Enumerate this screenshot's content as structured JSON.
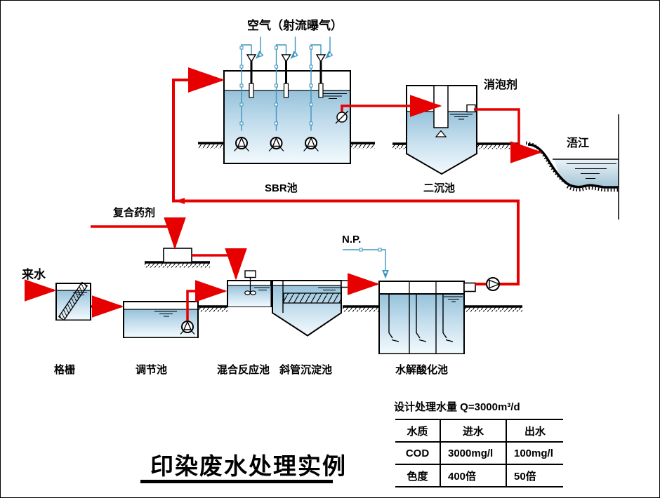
{
  "diagram_title": "印染废水处理实例",
  "labels": {
    "air": "空气（射流曝气）",
    "defoamer": "消泡剂",
    "river": "浯江",
    "sbr": "SBR池",
    "secondary": "二沉池",
    "agent": "复合药剂",
    "influent": "来水",
    "np": "N.P.",
    "grid": "格栅",
    "regulating": "调节池",
    "mixing": "混合反应池",
    "inclined": "斜管沉淀池",
    "hydrolysis": "水解酸化池"
  },
  "table": {
    "caption": "设计处理水量 Q=3000m³/d",
    "headers": [
      "水质",
      "进水",
      "出水"
    ],
    "rows": [
      [
        "COD",
        "3000mg/l",
        "100mg/l"
      ],
      [
        "色度",
        "400倍",
        "50倍"
      ]
    ]
  },
  "colors": {
    "pipe_red": "#e60000",
    "pipe_blue": "#3d95c2",
    "line_black": "#000000",
    "water_top": "#96c2da",
    "water_bottom": "#f2fafd",
    "river_top": "#eaf4f9",
    "river_bottom": "#a3c4d6"
  }
}
